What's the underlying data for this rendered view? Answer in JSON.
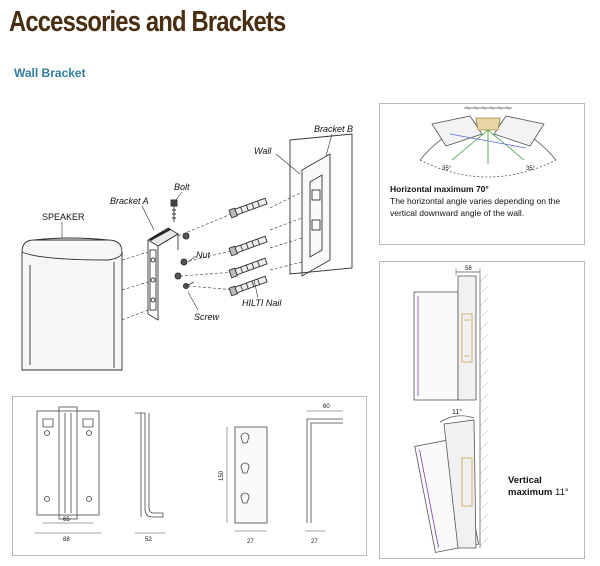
{
  "header": {
    "title": "Accessories and Brackets"
  },
  "section": {
    "title": "Wall Bracket"
  },
  "exploded_view": {
    "labels": {
      "speaker": "SPEAKER",
      "bracket_a": "Bracket A",
      "bolt": "Bolt",
      "nut": "Nut",
      "screw": "Screw",
      "wall": "Wall",
      "bracket_b": "Bracket B",
      "hilti_nail": "HILTI Nail"
    }
  },
  "horizontal_panel": {
    "title": "Horizontal maximum 70°",
    "description": "The horizontal angle varies depending on the vertical downward angle of the wall.",
    "angle_left": "35°",
    "angle_right": "35°"
  },
  "vertical_panel": {
    "title_line1": "Vertical",
    "title_line2_prefix": "maximum",
    "title_line2_value": "11°",
    "dim_top": "58",
    "angle_label": "11°"
  },
  "dimensions_panel": {
    "front_width_inner": "65",
    "front_width_outer": "88",
    "side_depth": "52",
    "plate_height": "150",
    "plate_width": "27",
    "profile_depth": "60",
    "profile_width": "27"
  }
}
